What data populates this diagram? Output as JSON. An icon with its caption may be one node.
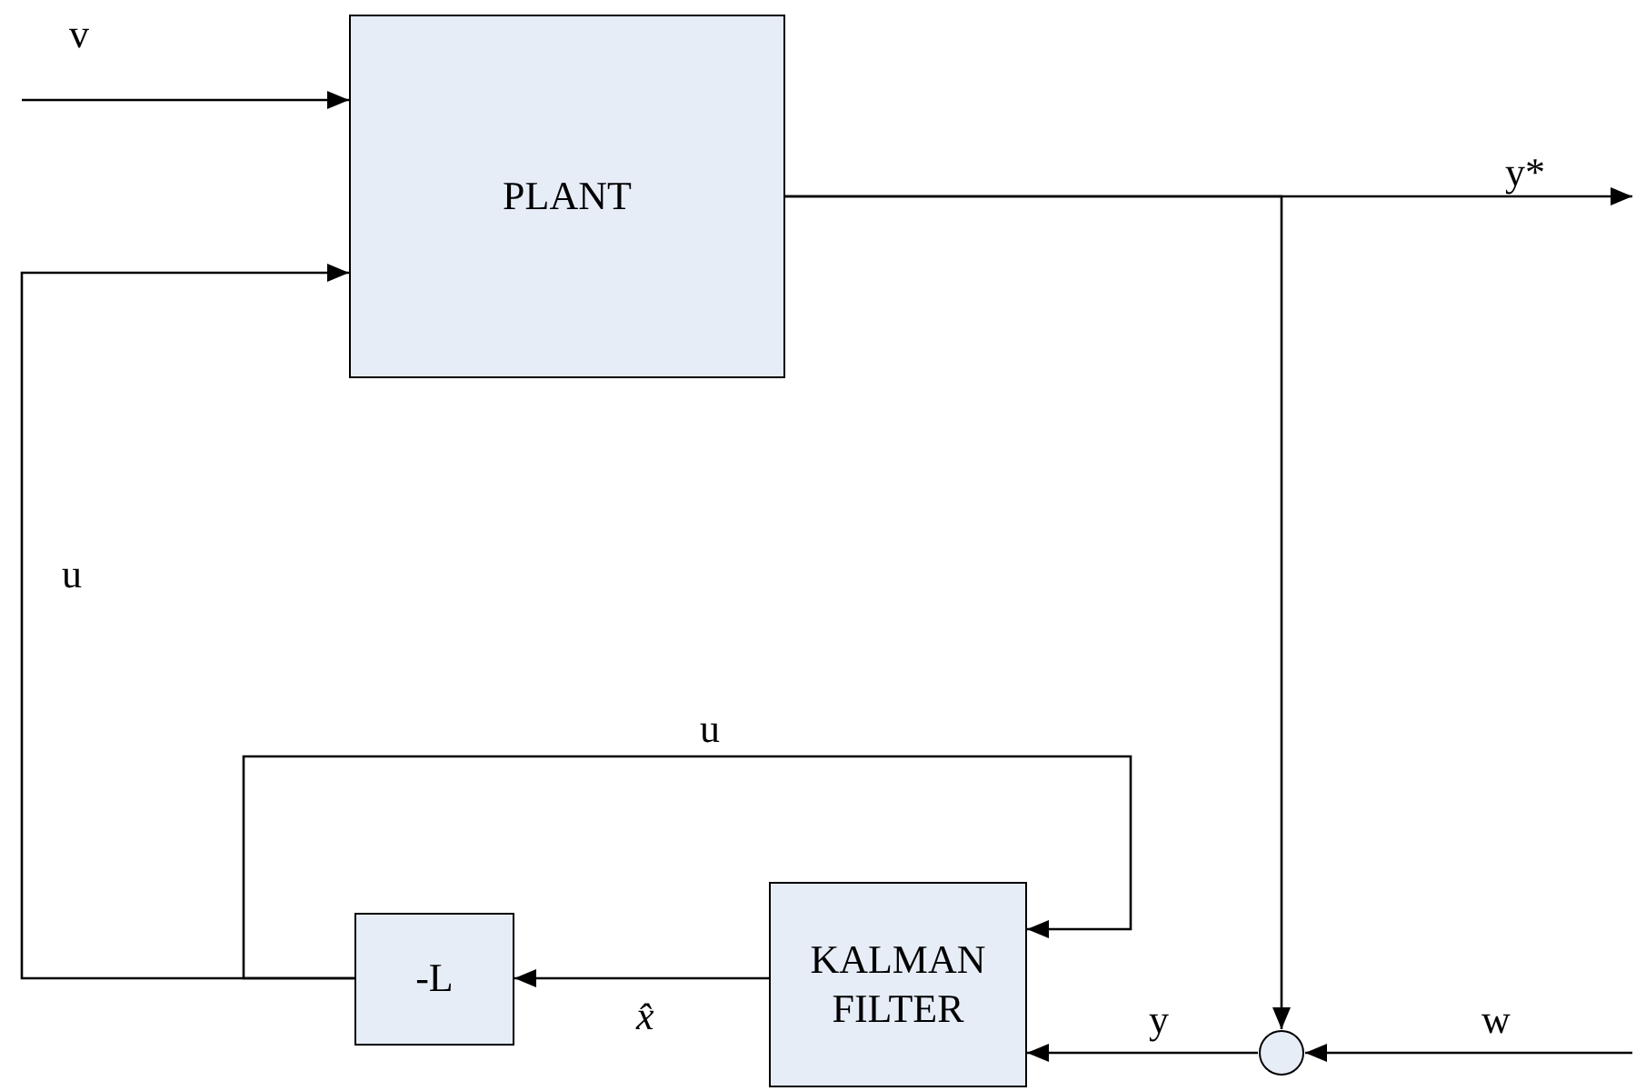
{
  "diagram": {
    "nodes": [
      {
        "text": [
          "PLANT"
        ]
      },
      {
        "text": [
          "-L"
        ]
      },
      {
        "text": [
          "KALMAN FILTER"
        ]
      },
      {
        "text": [],
        "shape": "circle"
      }
    ],
    "edges": [
      {
        "from": null,
        "to": 0,
        "arrow": "to",
        "label": "v"
      },
      {
        "from": 0,
        "to": null,
        "arrow": "to",
        "label": "y*"
      },
      {
        "from": 0,
        "to": 3,
        "arrow": "to"
      },
      {
        "from": null,
        "to": 3,
        "arrow": "to",
        "label": "w"
      },
      {
        "from": 3,
        "to": 2,
        "arrow": "to",
        "label": "y"
      },
      {
        "from": 2,
        "to": 1,
        "arrow": "to",
        "label": "x̂"
      },
      {
        "from": 1,
        "to": 0,
        "arrow": "to",
        "label": "u"
      },
      {
        "from": 1,
        "to": 2,
        "arrow": "to",
        "label": "u"
      }
    ]
  }
}
